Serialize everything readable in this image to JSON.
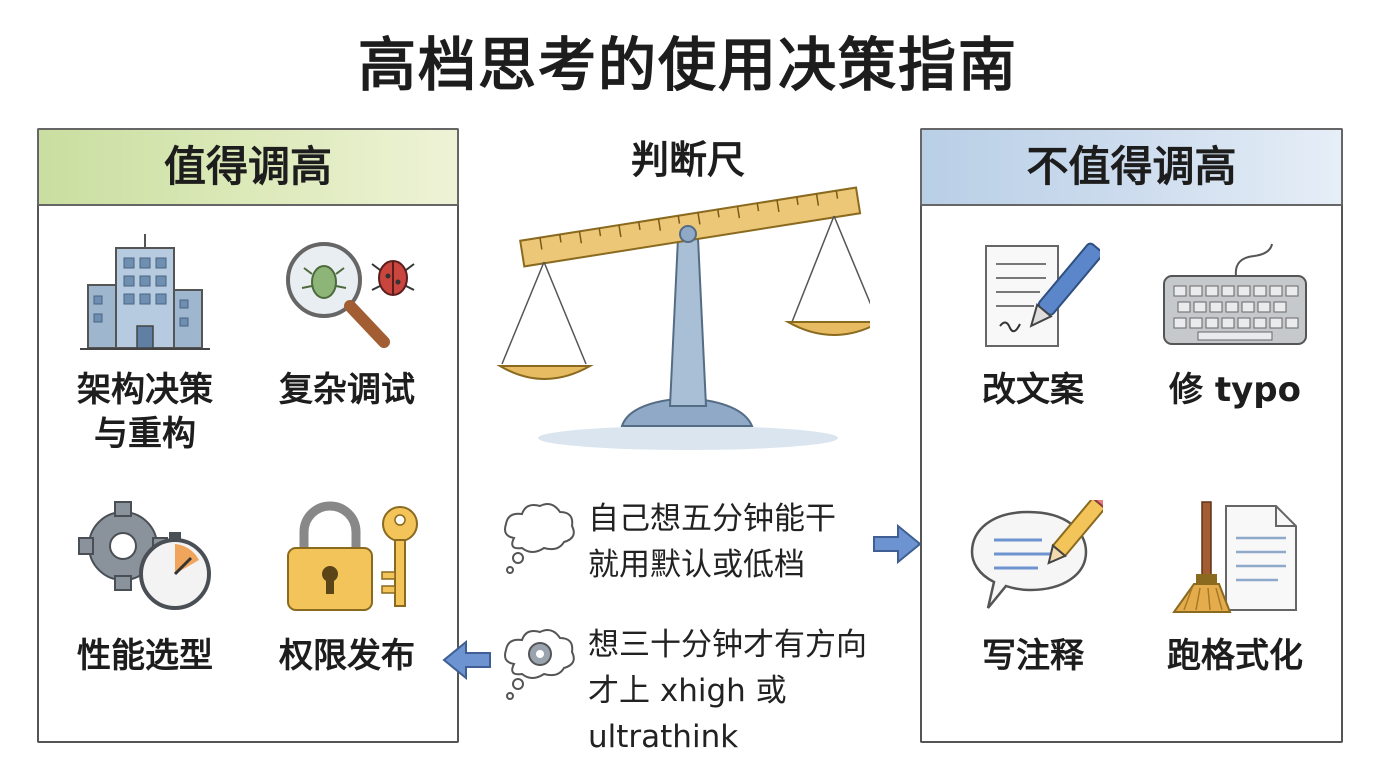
{
  "title": "高档思考的使用决策指南",
  "left_panel": {
    "header": "值得调高",
    "items": [
      {
        "label": "架构决策\n与重构",
        "icon": "office-building-icon"
      },
      {
        "label": "复杂调试",
        "icon": "magnifier-bug-icon"
      },
      {
        "label": "性能选型",
        "icon": "gear-stopwatch-icon"
      },
      {
        "label": "权限发布",
        "icon": "padlock-key-icon"
      }
    ]
  },
  "center": {
    "header": "判断尺",
    "scale_icon": "balance-scale-ruler-icon",
    "rule_low": {
      "line1": "自己想五分钟能干",
      "line2": "就用默认或低档",
      "icon": "thought-cloud-icon",
      "arrow": "arrow-right-icon"
    },
    "rule_high": {
      "line1": "想三十分钟才有方向",
      "line2": "才上 xhigh 或 ultrathink",
      "icon": "thought-cloud-gear-icon",
      "arrow": "arrow-left-icon"
    }
  },
  "right_panel": {
    "header": "不值得调高",
    "items": [
      {
        "label": "改文案",
        "icon": "document-pen-icon"
      },
      {
        "label": "修 typo",
        "icon": "keyboard-icon"
      },
      {
        "label": "写注释",
        "icon": "speech-bubble-pencil-icon"
      },
      {
        "label": "跑格式化",
        "icon": "broom-document-icon"
      }
    ]
  },
  "colors": {
    "left_header": "#d3e4ab",
    "right_header": "#c9daee",
    "arrow": "#5b86c9"
  }
}
